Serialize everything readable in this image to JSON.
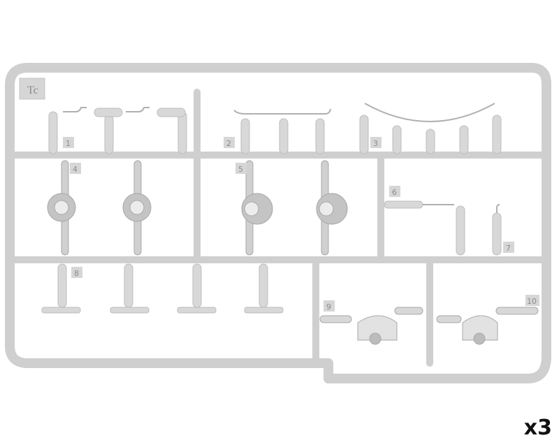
{
  "sprue": {
    "tag": "Tc",
    "part_numbers": [
      "1",
      "2",
      "3",
      "4",
      "5",
      "6",
      "7",
      "8",
      "9",
      "10"
    ]
  },
  "quantity_label": "x3",
  "colors": {
    "plastic": "#d9d9d9",
    "outline": "#b8b8b8",
    "label": "#8c8c8c",
    "text": "#111111"
  }
}
